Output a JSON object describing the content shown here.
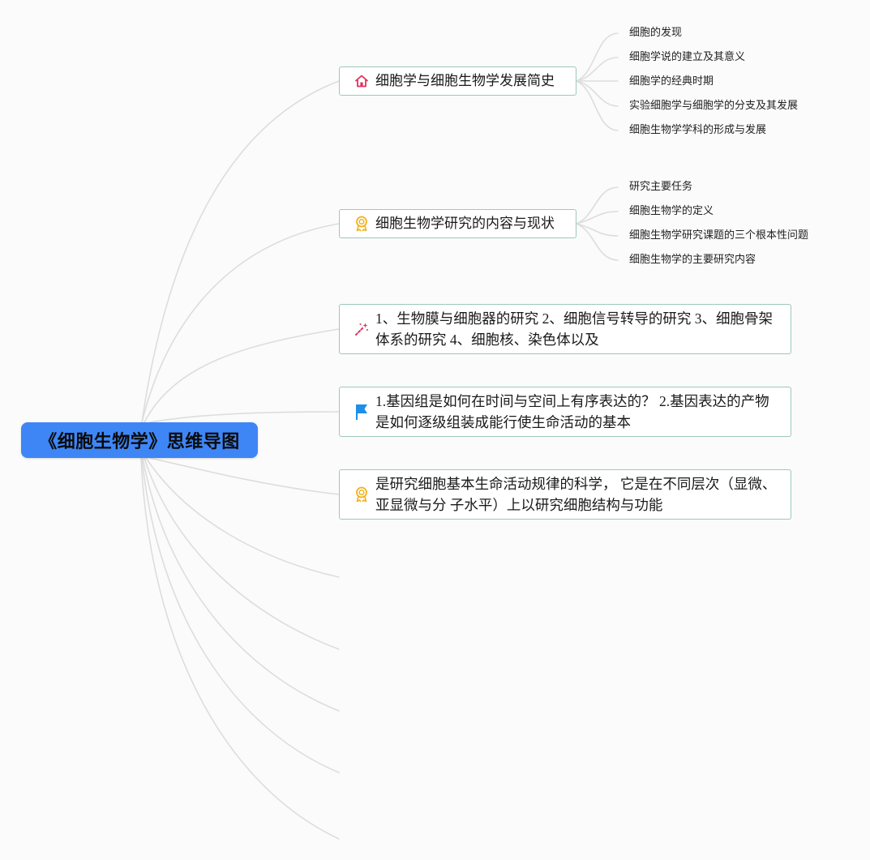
{
  "root": {
    "title": "《细胞生物学》思维导图"
  },
  "branches": [
    {
      "label": "细胞学与细胞生物学发展简史",
      "icon": "home-icon",
      "children": [
        "细胞的发现",
        "细胞学说的建立及其意义",
        "细胞学的经典时期",
        "实验细胞学与细胞学的分支及其发展",
        "细胞生物学学科的形成与发展"
      ]
    },
    {
      "label": "细胞生物学研究的内容与现状",
      "icon": "award-icon",
      "children": [
        "研究主要任务",
        "细胞生物学的定义",
        "细胞生物学研究课题的三个根本性问题",
        "细胞生物学的主要研究内容"
      ]
    },
    {
      "label": "1、生物膜与细胞器的研究 2、细胞信号转导的研究 3、细胞骨架体系的研究 4、细胞核、染色体以及",
      "icon": "magic-wand-icon",
      "children": []
    },
    {
      "label": "1.基因组是如何在时间与空间上有序表达的？ 2.基因表达的产物是如何逐级组装成能行使生命活动的基本",
      "icon": "flag-icon",
      "children": []
    },
    {
      "label": "是研究细胞基本生命活动规律的科学， 它是在不同层次（显微、亚显微与分 子水平）上以研究细胞结构与功能",
      "icon": "award-icon",
      "children": []
    }
  ],
  "colors": {
    "root_fill": "#3e86f5",
    "branch_border": "#9dc9b8",
    "connector": "#dddddd",
    "icon_home": "#e0325e",
    "icon_award": "#f2b21a",
    "icon_flag": "#1e8ee8",
    "icon_wand": "#e0325e"
  }
}
